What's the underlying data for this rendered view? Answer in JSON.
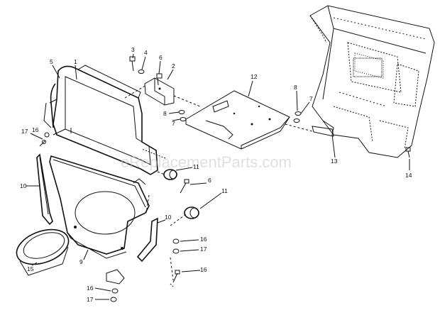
{
  "watermark": "eReplacementParts.com",
  "callouts": [
    {
      "id": "c1",
      "text": "1"
    },
    {
      "id": "c2",
      "text": "2"
    },
    {
      "id": "c3",
      "text": "3"
    },
    {
      "id": "c4",
      "text": "4"
    },
    {
      "id": "c5",
      "text": "5"
    },
    {
      "id": "c6a",
      "text": "6"
    },
    {
      "id": "c6b",
      "text": "6"
    },
    {
      "id": "c7a",
      "text": "7"
    },
    {
      "id": "c7b",
      "text": "7"
    },
    {
      "id": "c8a",
      "text": "8"
    },
    {
      "id": "c8b",
      "text": "8"
    },
    {
      "id": "c9",
      "text": "9"
    },
    {
      "id": "c10a",
      "text": "10"
    },
    {
      "id": "c10b",
      "text": "10"
    },
    {
      "id": "c11a",
      "text": "11"
    },
    {
      "id": "c11b",
      "text": "11"
    },
    {
      "id": "c12",
      "text": "12"
    },
    {
      "id": "c13",
      "text": "13"
    },
    {
      "id": "c14",
      "text": "14"
    },
    {
      "id": "c15",
      "text": "15"
    },
    {
      "id": "c16a",
      "text": "16"
    },
    {
      "id": "c16b",
      "text": "16"
    },
    {
      "id": "c16c",
      "text": "16"
    },
    {
      "id": "c16d",
      "text": "16"
    },
    {
      "id": "c17a",
      "text": "17"
    },
    {
      "id": "c17b",
      "text": "17"
    },
    {
      "id": "c17c",
      "text": "17"
    }
  ]
}
